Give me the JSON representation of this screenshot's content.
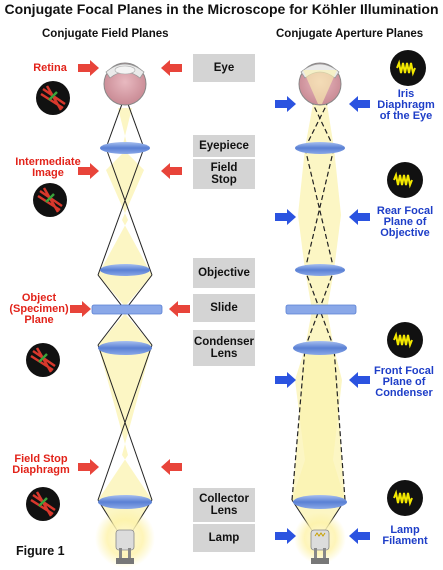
{
  "title": "Conjugate Focal Planes in the Microscope for Köhler Illumination",
  "left_header": "Conjugate Field Planes",
  "right_header": "Conjugate Aperture Planes",
  "center_labels": [
    {
      "id": "eye",
      "text": "Eye"
    },
    {
      "id": "eyepiece",
      "text": "Eyepiece"
    },
    {
      "id": "field-stop",
      "line1": "Field",
      "line2": "Stop"
    },
    {
      "id": "objective",
      "text": "Objective"
    },
    {
      "id": "slide",
      "text": "Slide"
    },
    {
      "id": "condenser-lens",
      "line1": "Condenser",
      "line2": "Lens"
    },
    {
      "id": "collector-lens",
      "line1": "Collector",
      "line2": "Lens"
    },
    {
      "id": "lamp",
      "text": "Lamp"
    }
  ],
  "field_planes": [
    {
      "id": "retina",
      "line1": "Retina"
    },
    {
      "id": "intermediate-image",
      "line1": "Intermediate",
      "line2": "Image"
    },
    {
      "id": "object-plane",
      "line1": "Object",
      "line2": "(Specimen)",
      "line3": "Plane"
    },
    {
      "id": "field-stop-diaphragm",
      "line1": "Field Stop",
      "line2": "Diaphragm"
    }
  ],
  "aperture_planes": [
    {
      "id": "iris-diaphragm",
      "line1": "Iris",
      "line2": "Diaphragm",
      "line3": "of the Eye"
    },
    {
      "id": "rear-focal-plane",
      "line1": "Rear Focal",
      "line2": "Plane of",
      "line3": "Objective"
    },
    {
      "id": "front-focal-plane",
      "line1": "Front Focal",
      "line2": "Plane of",
      "line3": "Condenser"
    },
    {
      "id": "lamp-filament",
      "line1": "Lamp",
      "line2": "Filament"
    }
  ],
  "figure_label": "Figure 1",
  "colors": {
    "field_label": "#e2231a",
    "aperture_label": "#1e3ec8",
    "label_box": "#d4d4d4",
    "light_cone": "#fbf3b0",
    "lens": "#6a8fd8",
    "red_arrow": "#e8443a",
    "blue_arrow": "#2b53e0"
  }
}
